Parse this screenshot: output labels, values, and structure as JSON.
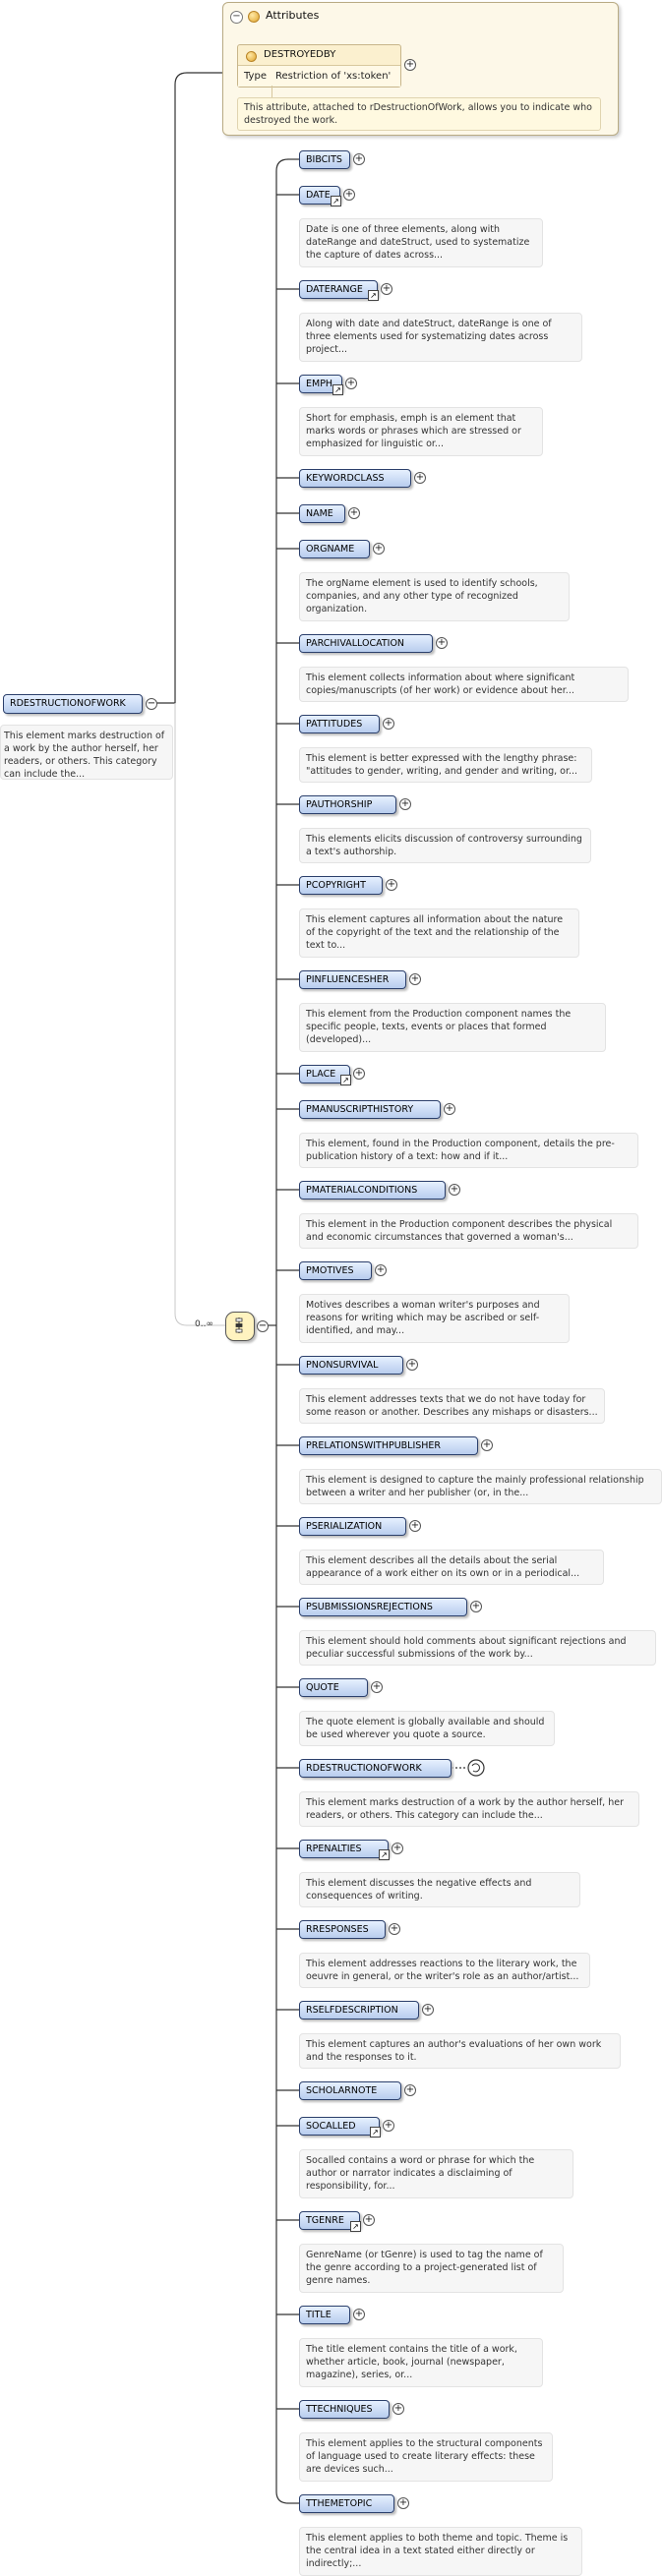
{
  "attributes": {
    "title": "Attributes",
    "attribute_name": "DESTROYEDBY",
    "type_label": "Type",
    "type_value": "Restriction of 'xs:token'",
    "description": "This attribute, attached to rDestructionOfWork, allows you to indicate who destroyed the work."
  },
  "root": {
    "name": "RDESTRUCTIONOFWORK",
    "description": "This element marks destruction of a work by the author herself, her readers, or others. This category can include the..."
  },
  "choice": {
    "cardinality": "0..∞"
  },
  "children": [
    {
      "name": "BIBCITS",
      "desc": ""
    },
    {
      "name": "DATE",
      "desc": "Date is one of three elements, along with dateRange and dateStruct, used to systematize the capture of dates across..."
    },
    {
      "name": "DATERANGE",
      "desc": "Along with date and dateStruct, dateRange is one of three elements used for systematizing dates across project..."
    },
    {
      "name": "EMPH",
      "desc": "Short for emphasis, emph is an element that marks words or phrases which are stressed or emphasized for linguistic or..."
    },
    {
      "name": "KEYWORDCLASS",
      "desc": ""
    },
    {
      "name": "NAME",
      "desc": ""
    },
    {
      "name": "ORGNAME",
      "desc": "The orgName element is used to identify schools, companies, and any other type of recognized organization."
    },
    {
      "name": "PARCHIVALLOCATION",
      "desc": "This element collects information about where significant copies/manuscripts (of her work) or evidence about her..."
    },
    {
      "name": "PATTITUDES",
      "desc": "This element is better expressed with the lengthy phrase: \"attitudes to gender, writing, and gender and writing, or..."
    },
    {
      "name": "PAUTHORSHIP",
      "desc": "This elements elicits discussion of controversy surrounding a text's authorship."
    },
    {
      "name": "PCOPYRIGHT",
      "desc": "This element captures all information about the nature of the copyright of the text and the relationship of the text to..."
    },
    {
      "name": "PINFLUENCESHER",
      "desc": "This element from the Production component names the specific people, texts, events or places that formed (developed)..."
    },
    {
      "name": "PLACE",
      "desc": ""
    },
    {
      "name": "PMANUSCRIPTHISTORY",
      "desc": "This element, found in the Production component, details the pre-publication history of a text: how and if it..."
    },
    {
      "name": "PMATERIALCONDITIONS",
      "desc": "This element in the Production component describes the physical and economic circumstances that governed a woman's..."
    },
    {
      "name": "PMOTIVES",
      "desc": "Motives describes a woman writer's purposes and reasons for writing which may be ascribed or self-identified, and may..."
    },
    {
      "name": "PNONSURVIVAL",
      "desc": "This element addresses texts that we do not have today for some reason or another. Describes any mishaps or disasters..."
    },
    {
      "name": "PRELATIONSWITHPUBLISHER",
      "desc": "This element is designed to capture the mainly professional relationship between a writer and her publisher (or, in the..."
    },
    {
      "name": "PSERIALIZATION",
      "desc": "This element describes all the details about the serial appearance of a work either on its own or in a periodical..."
    },
    {
      "name": "PSUBMISSIONSREJECTIONS",
      "desc": "This element should hold comments about significant rejections and peculiar successful submissions of the work by..."
    },
    {
      "name": "QUOTE",
      "desc": "The quote element is globally available and should be used wherever you quote a source."
    },
    {
      "name": "RDESTRUCTIONOFWORK",
      "desc": "This element marks destruction of a work by the author herself, her readers, or others. This category can include the..."
    },
    {
      "name": "RPENALTIES",
      "desc": "This element discusses the negative effects and consequences of writing."
    },
    {
      "name": "RRESPONSES",
      "desc": "This element addresses reactions to the literary work, the oeuvre in general, or the writer's role as an author/artist..."
    },
    {
      "name": "RSELFDESCRIPTION",
      "desc": "This element captures an author's evaluations of her own work and the responses to it."
    },
    {
      "name": "SCHOLARNOTE",
      "desc": ""
    },
    {
      "name": "SOCALLED",
      "desc": "Socalled contains a word or phrase for which the author or narrator indicates a disclaiming of responsibility, for..."
    },
    {
      "name": "TGENRE",
      "desc": "GenreName (or tGenre) is used to tag the name of the genre according to a project-generated list of genre names."
    },
    {
      "name": "TITLE",
      "desc": "The title element contains the title of a work, whether article, book, journal (newspaper, magazine), series, or..."
    },
    {
      "name": "TTECHNIQUES",
      "desc": "This element applies to the structural components of language used to create literary effects: these are devices such..."
    },
    {
      "name": "TTHEMETOPIC",
      "desc": "This element applies to both theme and topic. Theme is the central idea in a text stated either directly or indirectly;..."
    }
  ]
}
